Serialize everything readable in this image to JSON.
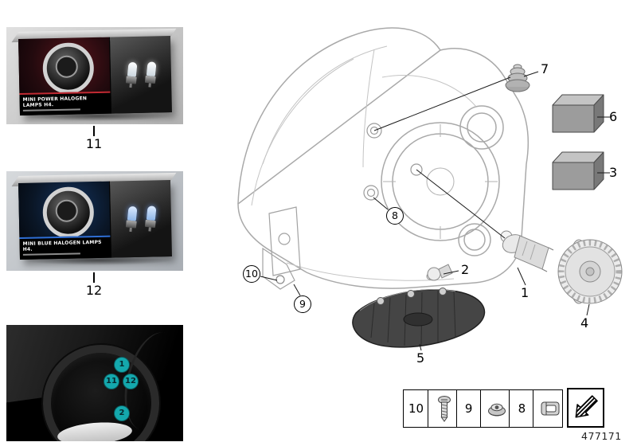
{
  "colors": {
    "teal_callout": "#14a8ad",
    "red_accent": "#c22a33",
    "blue_accent": "#2f6fd6"
  },
  "boxes": {
    "power": {
      "title": "MINI POWER HALOGEN LAMPS H4.",
      "label": "11"
    },
    "blue": {
      "title": "MINI BLUE HALOGEN LAMPS H4.",
      "label": "12"
    }
  },
  "inset": {
    "c1": "1",
    "c11": "11",
    "c12": "12",
    "c2": "2"
  },
  "diagram": {
    "c1": "1",
    "c2": "2",
    "c3": "3",
    "c4": "4",
    "c5": "5",
    "c6": "6",
    "c7": "7",
    "c8": "8",
    "c9": "9",
    "c10": "10"
  },
  "legend": {
    "items": [
      {
        "label": "10",
        "icon": "screw-icon"
      },
      {
        "label": "9",
        "icon": "grommet-icon"
      },
      {
        "label": "8",
        "icon": "clip-icon"
      }
    ]
  },
  "footer": {
    "part_number": "477171"
  }
}
